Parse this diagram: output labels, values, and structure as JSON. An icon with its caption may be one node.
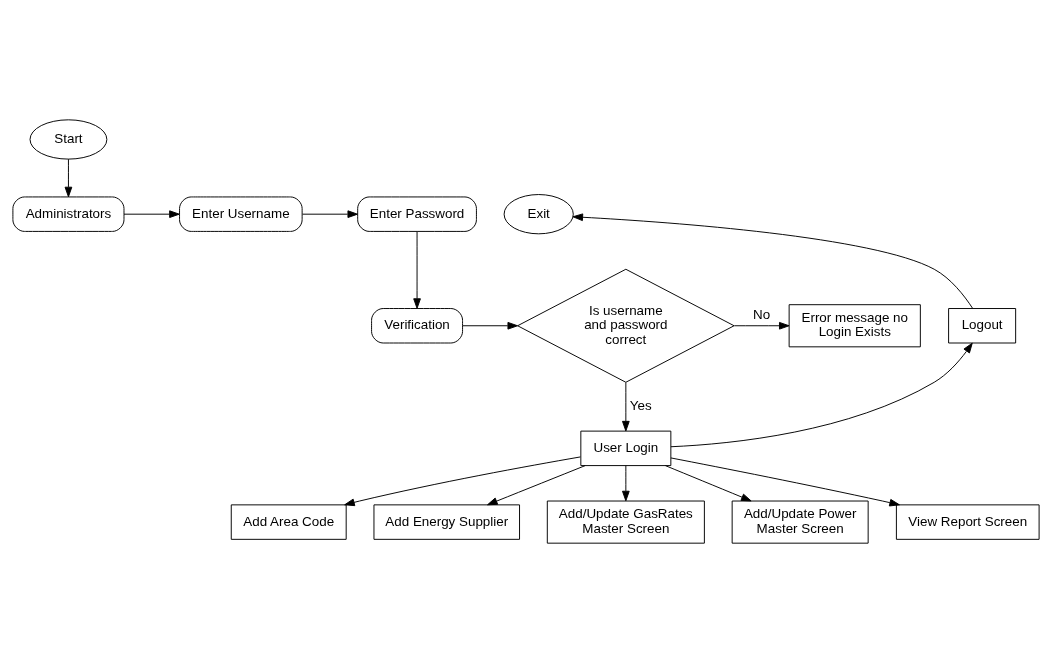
{
  "diagram": {
    "nodes": [
      {
        "text": [
          "Start"
        ]
      },
      {
        "text": [
          "Administrators"
        ]
      },
      {
        "text": [
          "Enter Username"
        ]
      },
      {
        "text": [
          "Enter Password"
        ]
      },
      {
        "text": [
          "Verification"
        ]
      },
      {
        "text": [
          "Is username and password correct"
        ]
      },
      {
        "text": [
          "Error message no Login Exists"
        ]
      },
      {
        "text": [
          "User Login"
        ]
      },
      {
        "text": [
          "Add Area Code"
        ]
      },
      {
        "text": [
          "Add Energy Supplier"
        ]
      },
      {
        "text": [
          "Add/Update GasRates Master Screen"
        ]
      },
      {
        "text": [
          "Add/Update Power Master Screen"
        ]
      },
      {
        "text": [
          "View Report Screen"
        ]
      },
      {
        "text": [
          "Logout"
        ]
      },
      {
        "text": [
          "Exit"
        ]
      }
    ],
    "edges": [
      {
        "from": 0,
        "to": 1,
        "arrow": "to"
      },
      {
        "from": 1,
        "to": 2,
        "arrow": "to"
      },
      {
        "from": 2,
        "to": 3,
        "arrow": "to"
      },
      {
        "from": 3,
        "to": 4,
        "arrow": "to"
      },
      {
        "from": 4,
        "to": 5,
        "arrow": "to"
      },
      {
        "from": 5,
        "to": 6,
        "arrow": "to",
        "label": "No"
      },
      {
        "from": 5,
        "to": 7,
        "arrow": "to",
        "label": "Yes"
      },
      {
        "from": 7,
        "to": 8,
        "arrow": "to"
      },
      {
        "from": 7,
        "to": 9,
        "arrow": "to"
      },
      {
        "from": 7,
        "to": 10,
        "arrow": "to"
      },
      {
        "from": 7,
        "to": 11,
        "arrow": "to"
      },
      {
        "from": 7,
        "to": 12,
        "arrow": "to"
      },
      {
        "from": 7,
        "to": 13,
        "arrow": "to"
      },
      {
        "from": 13,
        "to": 14,
        "arrow": "to"
      }
    ]
  }
}
